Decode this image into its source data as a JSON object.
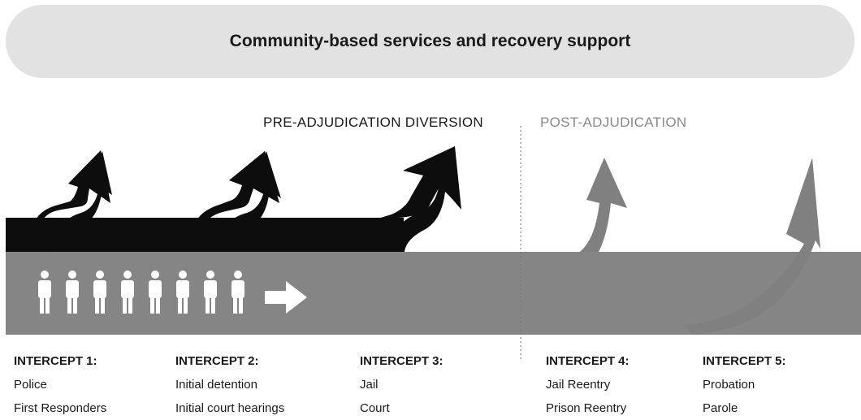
{
  "banner": {
    "title": "Community-based services and recovery support"
  },
  "phases": {
    "pre": "PRE-ADJUDICATION DIVERSION",
    "post": "POST-ADJUDICATION"
  },
  "intercepts": [
    {
      "title": "INTERCEPT 1:",
      "line1": "Police",
      "line2": "First Responders"
    },
    {
      "title": "INTERCEPT 2:",
      "line1": "Initial detention",
      "line2": "Initial court hearings"
    },
    {
      "title": "INTERCEPT 3:",
      "line1": "Jail",
      "line2": "Court"
    },
    {
      "title": "INTERCEPT 4:",
      "line1": "Jail Reentry",
      "line2": "Prison Reentry"
    },
    {
      "title": "INTERCEPT 5:",
      "line1": "Probation",
      "line2": "Parole"
    }
  ],
  "colors": {
    "pre_arrows": "#0d0d0d",
    "post_arrows": "#808080",
    "main_band": "#858585",
    "people": "#ffffff",
    "banner": "#e2e2e2"
  },
  "icons": {
    "people_count": 8
  }
}
